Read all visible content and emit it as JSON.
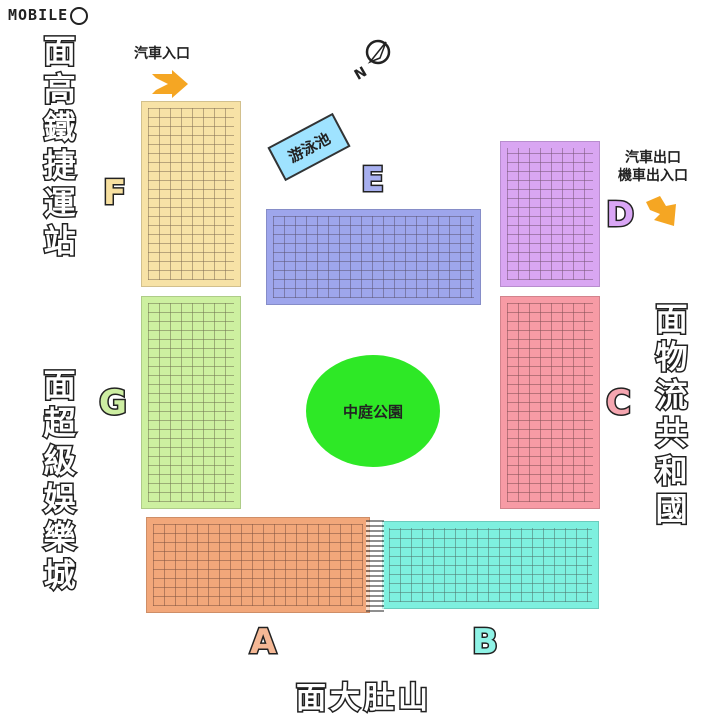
{
  "logo": {
    "text": "MOBILE"
  },
  "compass": {
    "label": "N"
  },
  "directions": {
    "west_top": "面高鐵捷運站",
    "west_bottom": "面超級娛樂城",
    "east": "面物流共和國",
    "south": "面大肚山"
  },
  "entrances": {
    "car_entrance": "汽車入口",
    "car_exit_line1": "汽車出口",
    "car_exit_line2": "機車出入口"
  },
  "features": {
    "pool": "游泳池",
    "park": "中庭公園"
  },
  "buildings": [
    {
      "id": "A",
      "color": "#f2a77a",
      "letter_color": "#f5b895"
    },
    {
      "id": "B",
      "color": "#7ef0df",
      "letter_color": "#8ff3e6"
    },
    {
      "id": "C",
      "color": "#f79ba5",
      "letter_color": "#f5a6b0"
    },
    {
      "id": "D",
      "color": "#d9a6f2",
      "letter_color": "#d9a6f5"
    },
    {
      "id": "E",
      "color": "#9ea6ec",
      "letter_color": "#a8b0f0"
    },
    {
      "id": "F",
      "color": "#f7e2a6",
      "letter_color": "#f7e0a0"
    },
    {
      "id": "G",
      "color": "#cdf0a0",
      "letter_color": "#cdeea2"
    }
  ],
  "colors": {
    "arrow": "#f5a623",
    "park": "#2ee826",
    "pool": "#9fe3ff"
  }
}
